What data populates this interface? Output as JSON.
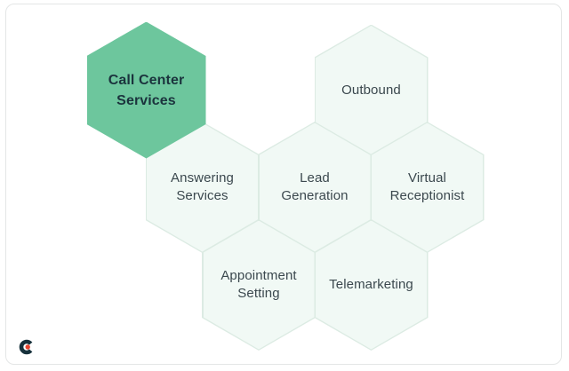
{
  "diagram": {
    "title_node": "Call Center Services",
    "hexagons": [
      {
        "label": "Call Center Services",
        "variant": "primary"
      },
      {
        "label": "Outbound",
        "variant": "light"
      },
      {
        "label": "Answering Services",
        "variant": "light"
      },
      {
        "label": "Lead Generation",
        "variant": "light"
      },
      {
        "label": "Virtual Receptionist",
        "variant": "light"
      },
      {
        "label": "Appointment Setting",
        "variant": "light"
      },
      {
        "label": "Telemarketing",
        "variant": "light"
      }
    ]
  },
  "branding": {
    "logo_icon": "clutch-c-logo"
  },
  "colors": {
    "primary_hex_fill": "#6dc69d",
    "light_hex_fill": "#f1f9f5",
    "light_hex_border": "#dcebe3",
    "primary_label_text": "#1b333d",
    "light_label_text": "#3b484e",
    "card_border": "#e4e6e6",
    "logo_navy": "#17313c",
    "logo_red": "#e8432e"
  }
}
